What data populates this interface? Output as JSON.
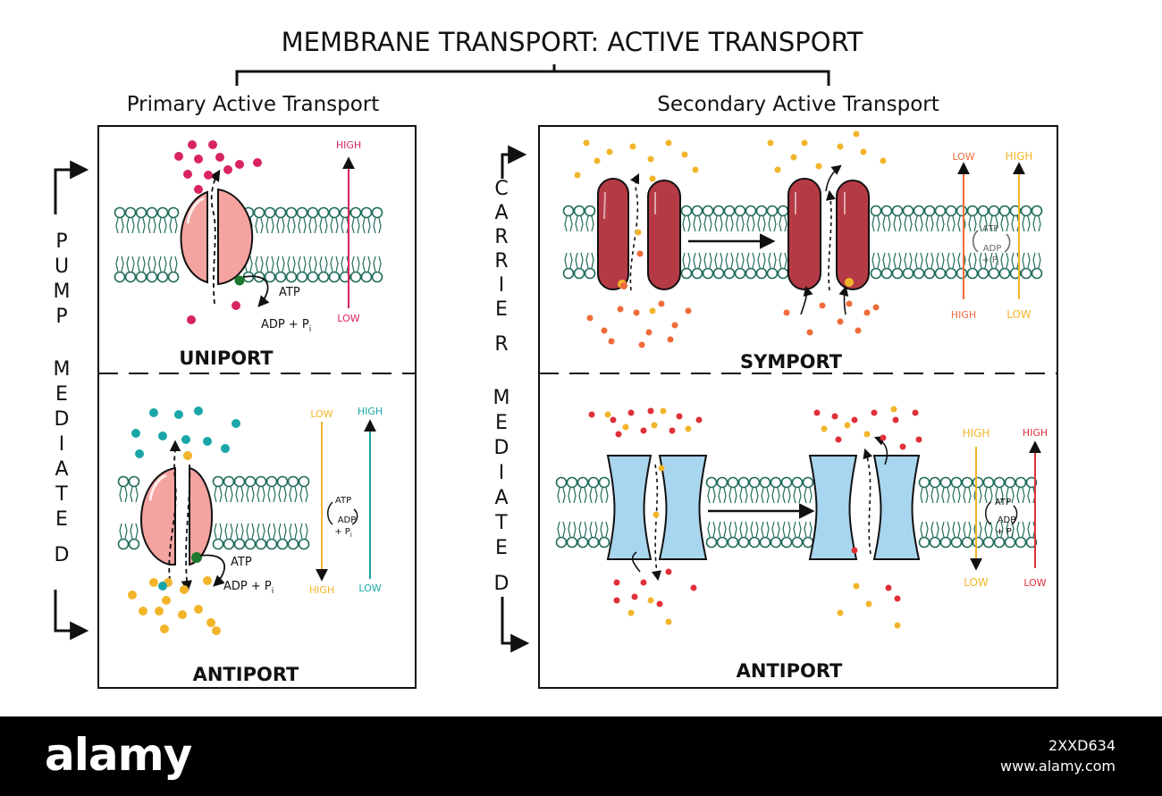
{
  "title": "MEMBRANE TRANSPORT: ACTIVE TRANSPORT",
  "primary": {
    "heading": "Primary Active Transport",
    "side_label": [
      "P",
      "U",
      "M",
      "P",
      "",
      "M",
      "E",
      "D",
      "I",
      "A",
      "T",
      "E",
      "D"
    ],
    "uniport": {
      "label": "UNIPORT",
      "atp": "ATP",
      "adp_main": "ADP + P",
      "adp_sub": "i",
      "grad_top": "HIGH",
      "grad_bottom": "LOW"
    },
    "antiport": {
      "label": "ANTIPORT",
      "atp": "ATP",
      "adp_main": "ADP + P",
      "adp_sub": "i",
      "grad1_top": "LOW",
      "grad1_bottom": "HIGH",
      "grad2_top": "HIGH",
      "grad2_bottom": "LOW",
      "cycle_atp": "ATP",
      "cycle_adp": "ADP",
      "cycle_pi": "+ P",
      "cycle_pi_sub": "i"
    }
  },
  "secondary": {
    "heading": "Secondary Active Transport",
    "side_label": [
      "C",
      "A",
      "R",
      "R",
      "I",
      "E",
      "R",
      "",
      "M",
      "E",
      "D",
      "I",
      "A",
      "T",
      "E",
      "D"
    ],
    "symport": {
      "label": "SYMPORT",
      "grad1_top": "LOW",
      "grad1_bottom": "HIGH",
      "grad2_top": "HIGH",
      "grad2_bottom": "LOW",
      "cycle_atp": "ATP",
      "cycle_adp": "ADP",
      "cycle_pi": "+ P",
      "cycle_pi_sub": "i"
    },
    "antiport": {
      "label": "ANTIPORT",
      "grad1_top": "HIGH",
      "grad1_bottom": "LOW",
      "grad2_top": "HIGH",
      "grad2_bottom": "LOW",
      "cycle_atp": "ATP",
      "cycle_adp": "ADP",
      "cycle_pi": "+ P",
      "cycle_pi_sub": "i"
    }
  },
  "colors": {
    "pump": "#f4a3a0",
    "carrier_red": "#b63a45",
    "channel_blue": "#a9d6ef",
    "membrane": "#1f6b5a",
    "magenta": "#d9245f",
    "teal": "#1aa6a8",
    "yellow": "#f2b52a",
    "orange": "#f06a3a",
    "red": "#e0303a",
    "atp_green": "#1e7a2e"
  },
  "icons": [
    "bracket-arrow-icon",
    "flow-arrow-icon",
    "atp-cycle-icon"
  ],
  "watermark": {
    "brand": "alamy",
    "image_id": "2XXD634",
    "site": "www.alamy.com"
  }
}
